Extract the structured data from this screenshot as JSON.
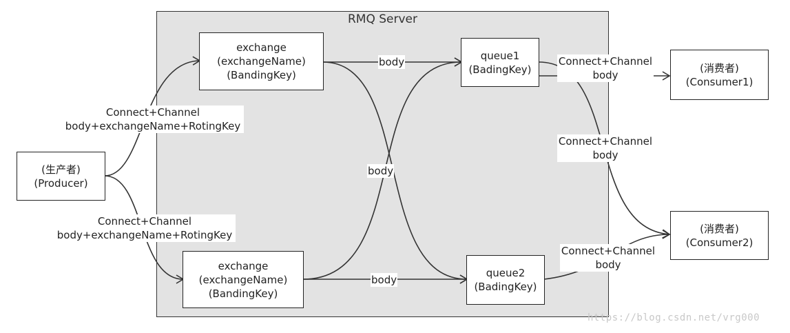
{
  "server": {
    "title": "RMQ Server"
  },
  "producer": {
    "line1": "(生产者)",
    "line2": "(Producer)"
  },
  "exchange_top": {
    "line1": "exchange",
    "line2": "(exchangeName)",
    "line3": "(BandingKey)"
  },
  "exchange_bottom": {
    "line1": "exchange",
    "line2": "(exchangeName)",
    "line3": "(BandingKey)"
  },
  "queue1": {
    "line1": "queue1",
    "line2": "(BadingKey)"
  },
  "queue2": {
    "line1": "queue2",
    "line2": "(BadingKey)"
  },
  "consumer1": {
    "line1": "(消费者)",
    "line2": "(Consumer1)"
  },
  "consumer2": {
    "line1": "(消费者)",
    "line2": "(Consumer2)"
  },
  "edge_labels": {
    "producer_to_top": {
      "line1": "Connect+Channel",
      "line2": "body+exchangeName+RotingKey"
    },
    "producer_to_bottom": {
      "line1": "Connect+Channel",
      "line2": "body+exchangeName+RotingKey"
    },
    "top_to_queue1": "body",
    "cross": "body",
    "bottom_to_queue2": "body",
    "queue1_to_consumer1": {
      "line1": "Connect+Channel",
      "line2": "body"
    },
    "queue1_to_consumer2": {
      "line1": "Connect+Channel",
      "line2": "body"
    },
    "queue2_to_consumer2": {
      "line1": "Connect+Channel",
      "line2": "body"
    }
  },
  "colors": {
    "server_fill": "#e3e3e3",
    "stroke": "#333333",
    "box_fill": "#ffffff"
  },
  "watermark": "https://blog.csdn.net/vrg000"
}
